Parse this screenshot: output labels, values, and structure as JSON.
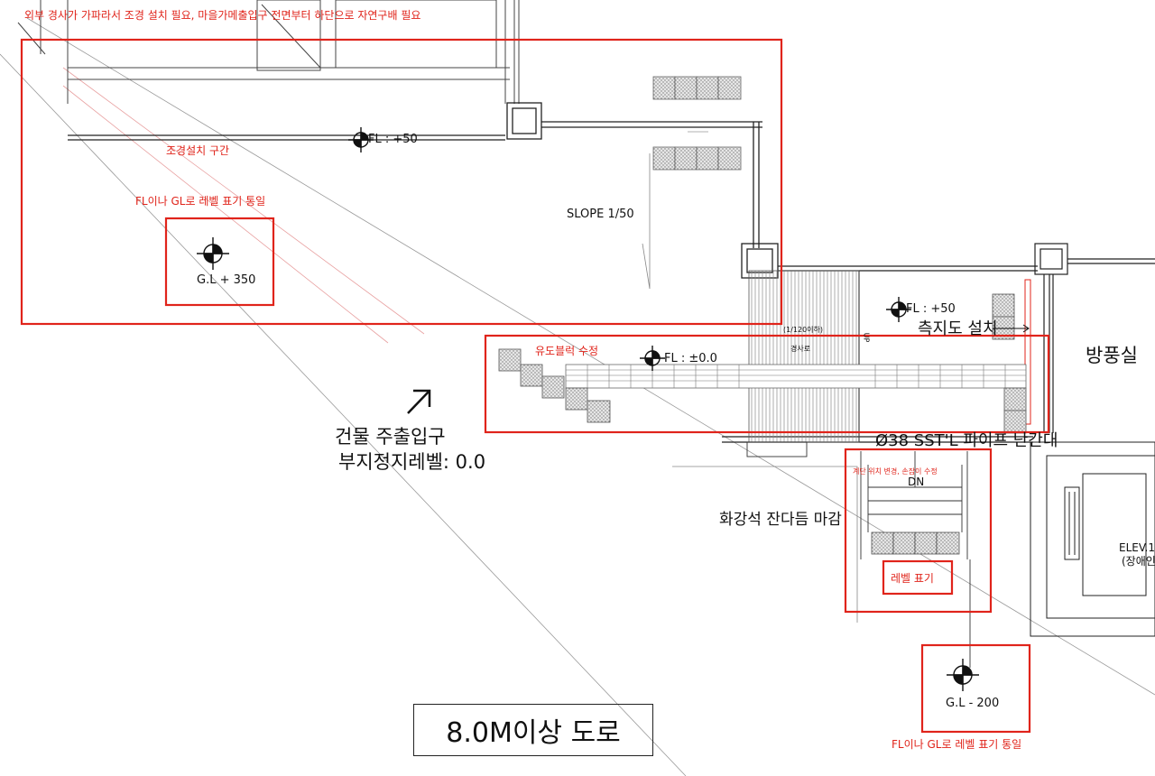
{
  "notes": {
    "top_note": "외부 경사가 가파라서 조경 설치 필요, 마을가메출입구 전면부터 하단으로 자연구배 필요",
    "landscape_zone": "조경설치 구간",
    "unify_level_1": "FL이나 GL로 레벨 표기 통일",
    "unify_level_2": "FL이나 GL로 레벨 표기 통일",
    "guide_block": "유도블럭 수정",
    "stair_note": "계단 위치 변경, 손잡이 수정",
    "level_mark": "레벨 표기"
  },
  "labels": {
    "fl_150": "FL : +50",
    "slope": "SLOPE 1/50",
    "gl_350": "G.L + 350",
    "fl_50": "FL : +50",
    "fl_00": "FL : ±0.0",
    "ramp_slope": "(1/120이하)",
    "ramp": "경사로",
    "up": "UP",
    "storm_room": "방풍실",
    "main_entrance": "건물 주출입구",
    "site_level": "부지정지레벨: 0.0",
    "handrail": "Ø38 SST'L 파이프 난간대",
    "granite": "화강석 잔다듬 마감",
    "dn": "DN",
    "elev": "ELEV.1",
    "elev_sub": "(장애인",
    "gl_200": "G.L - 200",
    "road": "8.0M이상 도로",
    "drain_device": "측지도 설치"
  },
  "colors": {
    "markup": "#e0241b",
    "line": "#222222",
    "hatch": "#8a8a8a"
  }
}
